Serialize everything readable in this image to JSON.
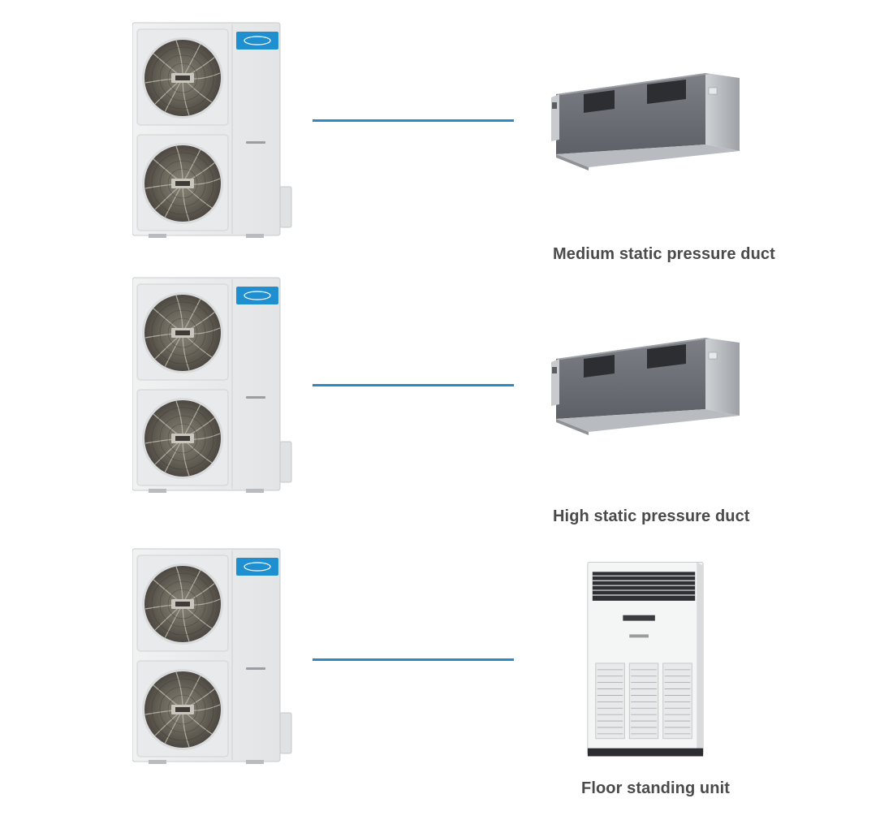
{
  "colors": {
    "connector": "#2a8ac4",
    "brand_badge": "#1f8fd0",
    "caption_text": "#4a4a4a"
  },
  "rows": [
    {
      "outdoor_unit_icon": "outdoor-ac-unit-icon",
      "indoor_unit_icon": "ducted-unit-icon",
      "indoor_caption": "Medium static pressure duct"
    },
    {
      "outdoor_unit_icon": "outdoor-ac-unit-icon",
      "indoor_unit_icon": "ducted-unit-icon",
      "indoor_caption": "High static pressure duct"
    },
    {
      "outdoor_unit_icon": "outdoor-ac-unit-icon",
      "indoor_unit_icon": "floor-standing-unit-icon",
      "indoor_caption": "Floor standing unit"
    }
  ]
}
